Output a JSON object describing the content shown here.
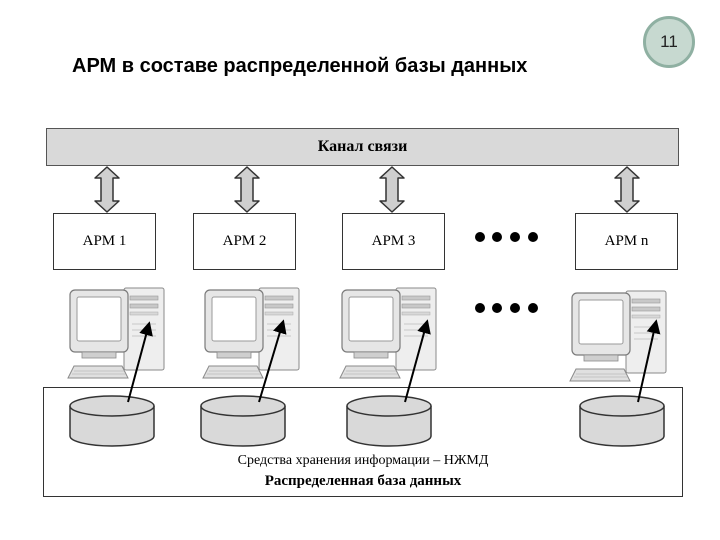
{
  "page_number": "11",
  "title": "АРМ в составе распределенной базы данных",
  "channel_label": "Канал связи",
  "workstations": [
    {
      "label": "АРМ 1"
    },
    {
      "label": "АРМ 2"
    },
    {
      "label": "АРМ 3"
    },
    {
      "label": "АРМ n"
    }
  ],
  "storage_caption": "Средства хранения информации – НЖМД",
  "database_caption": "Распределенная база данных",
  "colors": {
    "channel_fill": "#d9d9d9",
    "badge_fill": "#c7d9d0",
    "badge_border": "#8fb0a2"
  }
}
